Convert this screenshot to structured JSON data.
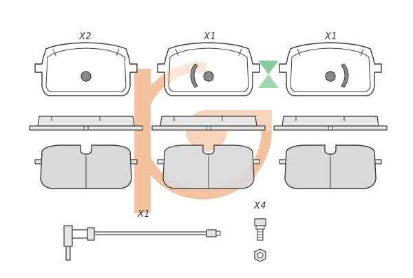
{
  "quantities": {
    "pad_a": "X2",
    "pad_b": "X1",
    "pad_c": "X1",
    "sensor": "X1",
    "bolt": "X4"
  },
  "colors": {
    "outline": "#3a3a3a",
    "pad_fill": "#ffffff",
    "friction_fill": "#d9d9d9",
    "side_fill": "#e6e6e6",
    "watermark_orange": "#f0a070",
    "watermark_green": "#6fc68a"
  },
  "icons": {
    "watermark": "logo-watermark",
    "sensor": "wear-sensor-icon",
    "bolt": "bolt-icon",
    "nut": "nut-icon"
  }
}
